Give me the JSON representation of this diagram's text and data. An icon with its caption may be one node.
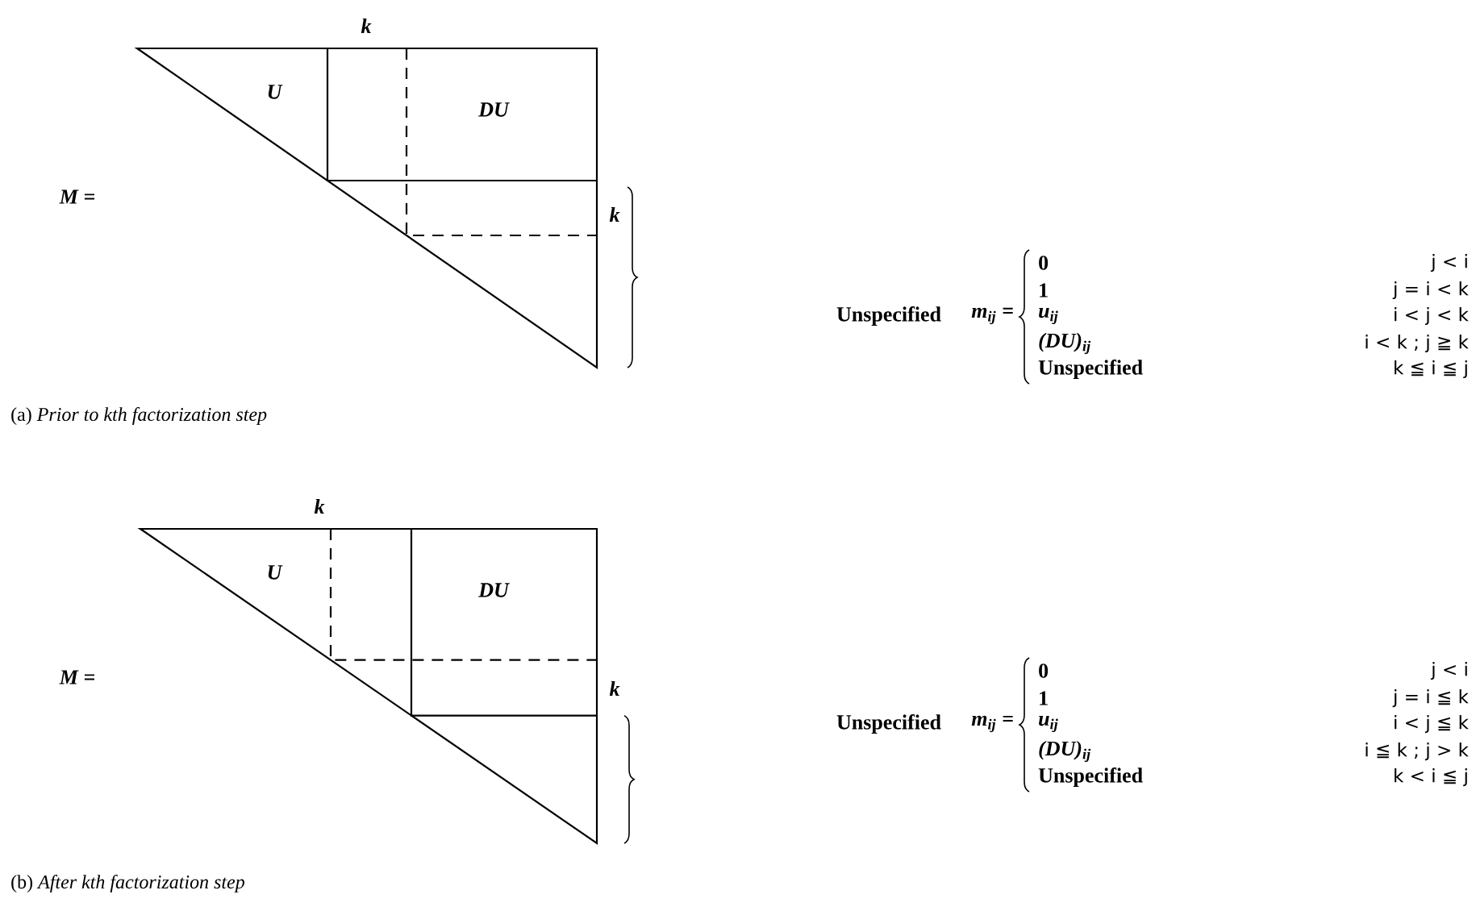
{
  "diagram": {
    "labels": [
      "k",
      "U",
      "DU",
      "M =",
      "k",
      "Unspecified",
      "m$_{ij}$ =",
      "0",
      "j < i",
      "1",
      "j = i < k",
      "u$_{ij}$",
      "i < j < k",
      "(DU)$_{ij}$",
      "i < k ;  j ≧ k",
      "Unspecified",
      "k ≦ i ≦ j",
      "(a)  *Prior to kth factorization step*",
      "k",
      "U",
      "DU",
      "M =",
      "k",
      "Unspecified",
      "m$_{ij}$ =",
      "0",
      "j < i",
      "1",
      "j = i ≦ k",
      "u$_{ij}$",
      "i < j ≦ k",
      "(DU)$_{ij}$",
      "i ≦ k ;  j > k",
      "Unspecified",
      "k < i ≦ j",
      "(b)  *After kth factorization step*"
    ]
  }
}
